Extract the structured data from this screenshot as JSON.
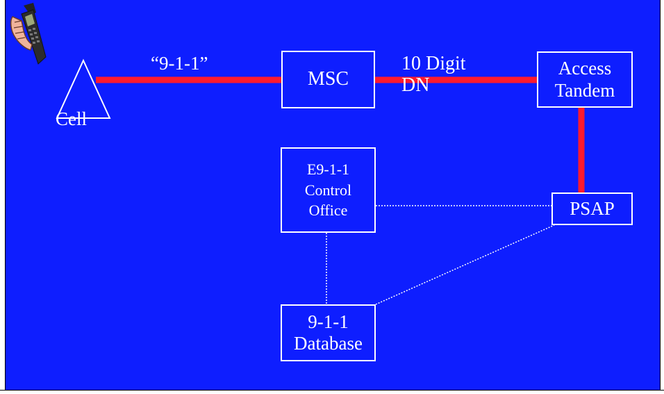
{
  "colors": {
    "background": "#0e1eff",
    "solid_link": "#ff1a2e",
    "dotted_link": "#ffffff",
    "box_border": "#ffffff",
    "text": "#ffffff"
  },
  "icons": {
    "phone": "cellular-phone-in-hand-icon",
    "cell": "cell-tower-triangle-icon"
  },
  "cell": {
    "label": "Cell"
  },
  "call": {
    "label": "“9-1-1”"
  },
  "msc": {
    "label": "MSC"
  },
  "ten_digit": {
    "line1": "10 Digit",
    "line2": "DN"
  },
  "access_tandem": {
    "line1": "Access",
    "line2": "Tandem"
  },
  "e911": {
    "line1": "E9-1-1",
    "line2": "Control",
    "line3": "Office"
  },
  "psap": {
    "label": "PSAP"
  },
  "database": {
    "line1": "9-1-1",
    "line2": "Database"
  },
  "links": [
    {
      "from": "Cell",
      "to": "MSC",
      "style": "solid"
    },
    {
      "from": "MSC",
      "to": "Access Tandem",
      "style": "solid"
    },
    {
      "from": "Access Tandem",
      "to": "PSAP",
      "style": "solid"
    },
    {
      "from": "E9-1-1 Control Office",
      "to": "PSAP",
      "style": "dotted"
    },
    {
      "from": "E9-1-1 Control Office",
      "to": "9-1-1 Database",
      "style": "dotted"
    },
    {
      "from": "9-1-1 Database",
      "to": "PSAP",
      "style": "dotted"
    }
  ]
}
